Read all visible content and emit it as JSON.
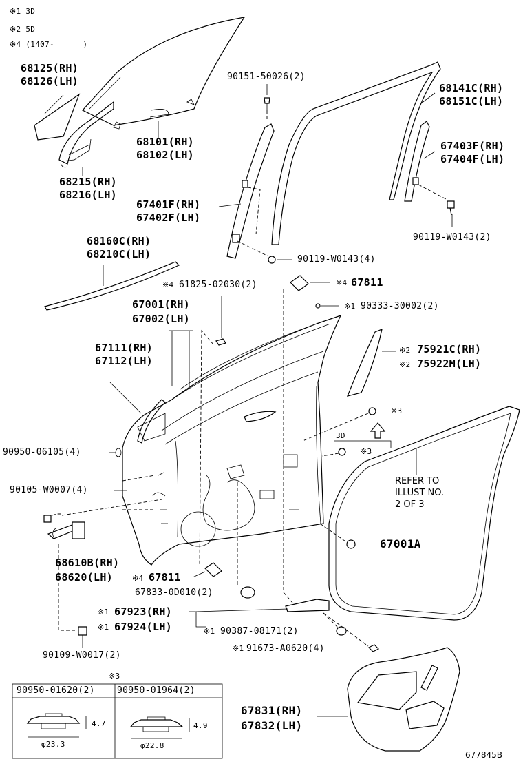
{
  "notes": [
    "※1 3D",
    "※2 5D",
    "※4 (1407-      )"
  ],
  "labels": {
    "p68125": "68125(RH)",
    "p68126": "68126(LH)",
    "p90151": "90151-50026(2)",
    "p68141": "68141C(RH)",
    "p68151": "68151C(LH)",
    "p68101": "68101(RH)",
    "p68102": "68102(LH)",
    "p67403": "67403F(RH)",
    "p67404": "67404F(LH)",
    "p68215": "68215(RH)",
    "p68216": "68216(LH)",
    "p67401": "67401F(RH)",
    "p67402": "67402F(LH)",
    "p90119a": "90119-W0143(2)",
    "p68160": "68160C(RH)",
    "p68210": "68210C(LH)",
    "p90119b": "90119-W0143(4)",
    "p61825_mark": "※4",
    "p61825": "61825-02030(2)",
    "p67811a_mark": "※4",
    "p67811a": "67811",
    "p67001": "67001(RH)",
    "p67002": "67002(LH)",
    "p90333_mark": "※1",
    "p90333": "90333-30002(2)",
    "p67111": "67111(RH)",
    "p67112": "67112(LH)",
    "p75921_mark": "※2",
    "p75921": "75921C(RH)",
    "p75922_mark": "※2",
    "p75922": "75922M(LH)",
    "mark3a": "※3",
    "p3d": "3D",
    "mark3b": "※3",
    "p90950": "90950-06105(4)",
    "p90105": "90105-W0007(4)",
    "refer": "REFER TO\nILLUST NO.\n2 OF 3",
    "p67001A": "67001A",
    "p68610": "68610B(RH)",
    "p68620": "68620(LH)",
    "p67811b_mark": "※4",
    "p67811b": "67811",
    "p67833": "67833-0D010(2)",
    "p67923_mark": "※1",
    "p67923": "67923(RH)",
    "p67924_mark": "※1",
    "p67924": "67924(LH)",
    "p90387_mark": "※1",
    "p90387": "90387-08171(2)",
    "p91673_mark": "※1",
    "p91673": "91673-A0620(4)",
    "p90109": "90109-W0017(2)",
    "p67831": "67831(RH)",
    "p67832": "67832(LH)",
    "box_mark": "※3",
    "box1_title": "90950-01620(2)",
    "box2_title": "90950-01964(2)",
    "box1_h": "4.7",
    "box1_d": "φ23.3",
    "box2_h": "4.9",
    "box2_d": "φ22.8",
    "code": "677845B"
  }
}
